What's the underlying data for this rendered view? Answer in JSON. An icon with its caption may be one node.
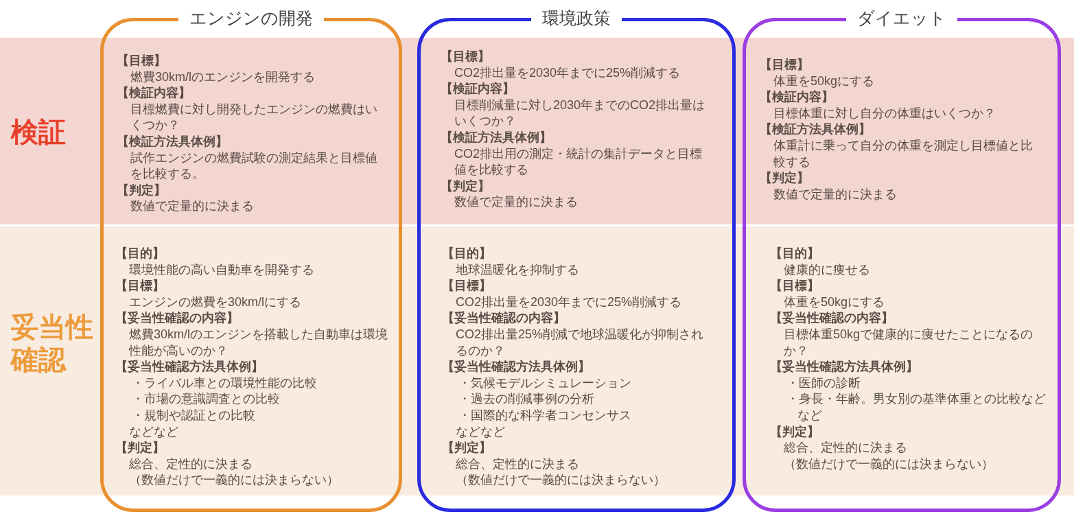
{
  "diagram": {
    "nodes": [
      {
        "text": [
          "エンジンの開発"
        ]
      },
      {
        "text": [
          "環境政策"
        ]
      },
      {
        "text": [
          "ダイエット"
        ]
      },
      {
        "text": [
          "検証"
        ]
      },
      {
        "text": [
          "妥当性確認"
        ]
      }
    ],
    "labels": [
      "【目標】",
      "燃費30km/lのエンジンを開発する",
      "【検証内容】",
      "目標燃費に対し開発したエンジンの燃費はいくつか？",
      "【検証方法具体例】",
      "試作エンジンの燃費試験の測定結果と目標値を比較する。",
      "【判定】",
      "数値で定量的に決まる",
      "【目標】",
      "CO2排出量を2030年までに25%削減する",
      "【検証内容】",
      "目標削減量に対し2030年までのCO2排出量はいくつか？",
      "【検証方法具体例】",
      "CO2排出用の測定・統計の集計データと目標値を比較する",
      "【判定】",
      "数値で定量的に決まる",
      "【目標】",
      "体重を50kgにする",
      "【検証内容】",
      "目標体重に対し自分の体重はいくつか？",
      "【検証方法具体例】",
      "体重計に乗って自分の体重を測定し目標値と比較する",
      "【判定】",
      "数値で定量的に決まる",
      "【目的】",
      "環境性能の高い自動車を開発する",
      "【目標】",
      "エンジンの燃費を30km/lにする",
      "【妥当性確認の内容】",
      "燃費30km/lのエンジンを搭載した自動車は環境性能が高いのか？",
      "【妥当性確認方法具体例】",
      "・ライバル車との環境性能の比較",
      "・市場の意識調査との比較",
      "・規制や認証との比較",
      "などなど",
      "【判定】",
      "総合、定性的に決まる",
      "（数値だけで一義的には決まらない）",
      "【目的】",
      "地球温暖化を抑制する",
      "【目標】",
      "CO2排出量を2030年までに25%削減する",
      "【妥当性確認の内容】",
      "CO2排出量25%削減で地球温暖化が抑制されるのか？",
      "【妥当性確認方法具体例】",
      "・気候モデルシミュレーション",
      "・過去の削減事例の分析",
      "・国際的な科学者コンセンサス",
      "などなど",
      "【判定】",
      "総合、定性的に決まる",
      "（数値だけで一義的には決まらない）",
      "【目的】",
      "健康的に痩せる",
      "【目標】",
      "体重を50kgにする",
      "【妥当性確認の内容】",
      "目標体重50kgで健康的に痩せたことになるのか？",
      "【妥当性確認方法具体例】",
      "・医師の診断",
      "・身長・年齢。男女別の基準体重との比較などなど",
      "【判定】",
      "総合、定性的に決まる",
      "（数値だけで一義的には決まらない）"
    ]
  }
}
